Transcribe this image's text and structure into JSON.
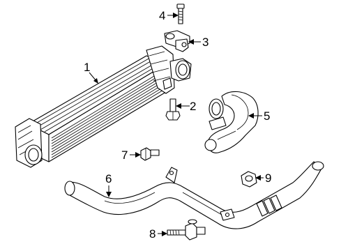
{
  "callouts": [
    {
      "id": "1",
      "label": "1"
    },
    {
      "id": "2",
      "label": "2"
    },
    {
      "id": "3",
      "label": "3"
    },
    {
      "id": "4",
      "label": "4"
    },
    {
      "id": "5",
      "label": "5"
    },
    {
      "id": "6",
      "label": "6"
    },
    {
      "id": "7",
      "label": "7"
    },
    {
      "id": "8",
      "label": "8"
    },
    {
      "id": "9",
      "label": "9"
    }
  ],
  "colors": {
    "line": "#000000",
    "background": "#ffffff",
    "shade": "#d9d9d9"
  }
}
